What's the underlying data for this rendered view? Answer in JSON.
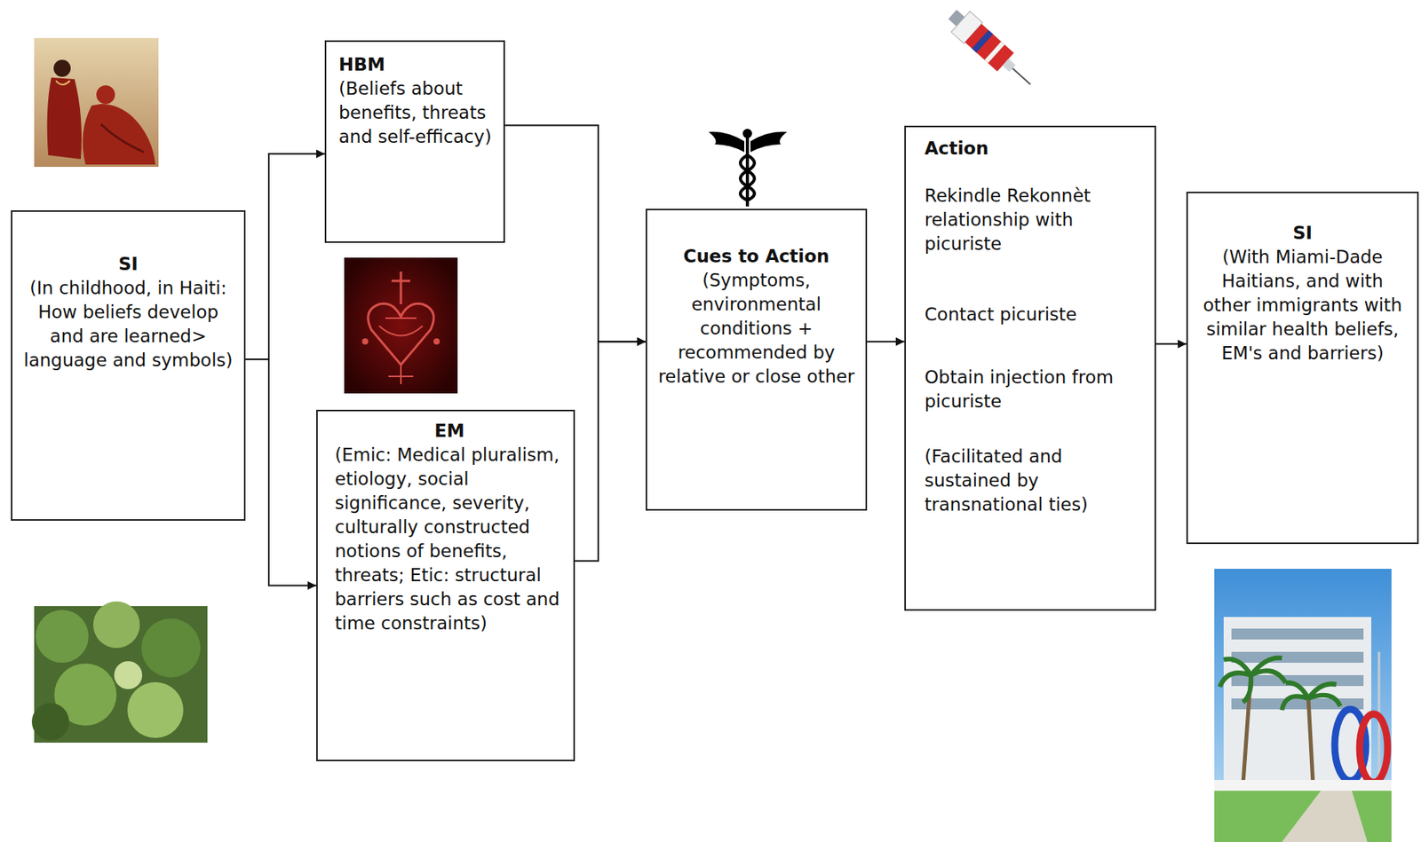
{
  "diagram": {
    "nodes": [
      {
        "text": [
          "SI",
          "(In childhood, in Haiti: How beliefs develop and are learned> language and symbols)"
        ]
      },
      {
        "text": [
          "HBM",
          "(Beliefs about benefits, threats and self-efficacy)"
        ]
      },
      {
        "text": [
          "EM",
          "(Emic: Medical pluralism, etiology, social significance, severity, culturally constructed notions of benefits, threats; Etic: structural barriers such as cost and time constraints)"
        ]
      },
      {
        "text": [
          "Cues to Action",
          "(Symptoms, environmental conditions + recommended by relative or close other"
        ]
      },
      {
        "text": [
          "Action",
          "Rekindle Rekonnèt relationship with picuriste",
          "Contact picuriste",
          "Obtain injection from picuriste",
          "(Facilitated and sustained by transnational ties)"
        ]
      },
      {
        "text": [
          "SI",
          "(With Miami-Dade Haitians, and with other immigrants with similar health beliefs, EM's and barriers)"
        ]
      }
    ],
    "edges": [
      {
        "from": 0,
        "to": 1,
        "arrow": "to"
      },
      {
        "from": 0,
        "to": 2,
        "arrow": "to"
      },
      {
        "from": 1,
        "to": 3,
        "arrow": "to"
      },
      {
        "from": 2,
        "to": 3,
        "arrow": "to"
      },
      {
        "from": 3,
        "to": 4,
        "arrow": "to"
      },
      {
        "from": 4,
        "to": 5,
        "arrow": "to"
      }
    ]
  }
}
